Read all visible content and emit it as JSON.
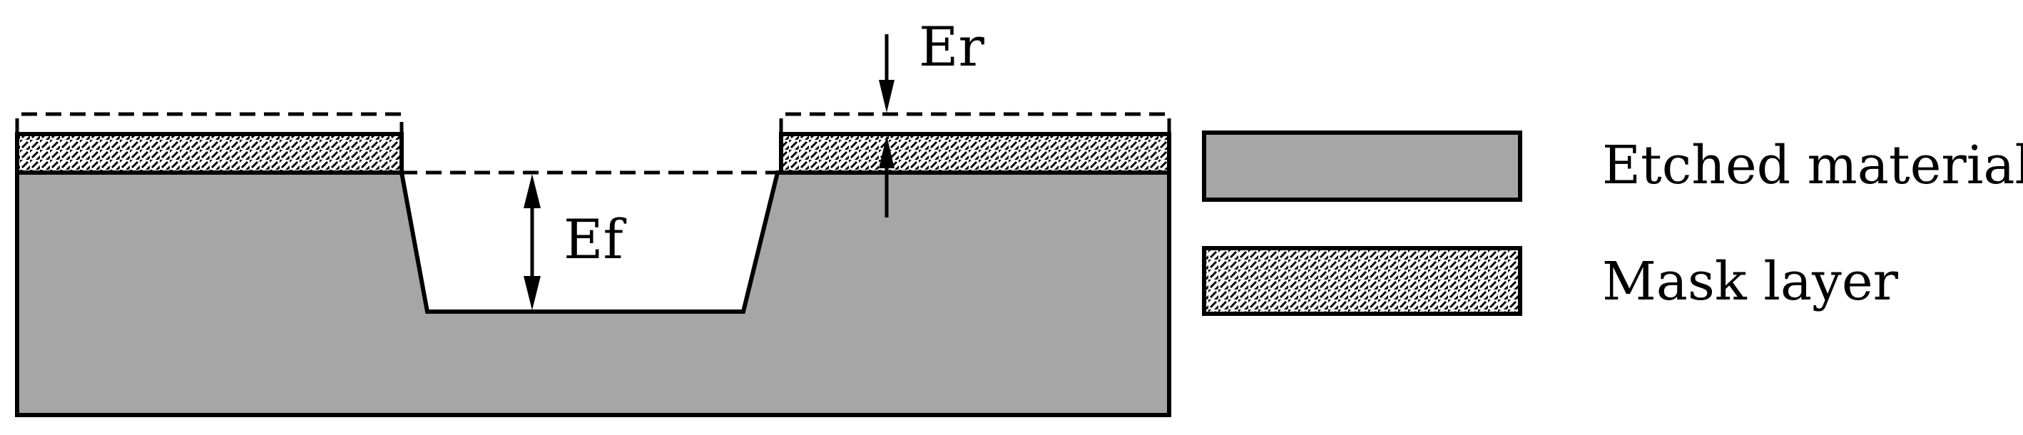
{
  "diagram": {
    "labels": {
      "er": "Er",
      "ef": "Ef"
    },
    "legend": [
      {
        "key": "etched",
        "label": "Etched material"
      },
      {
        "key": "mask",
        "label": "Mask layer"
      }
    ]
  },
  "colors": {
    "etched_fill": "#a6a6a6",
    "outline": "#000000",
    "mask_fill": "#ffffff",
    "hatch": "#000000"
  }
}
